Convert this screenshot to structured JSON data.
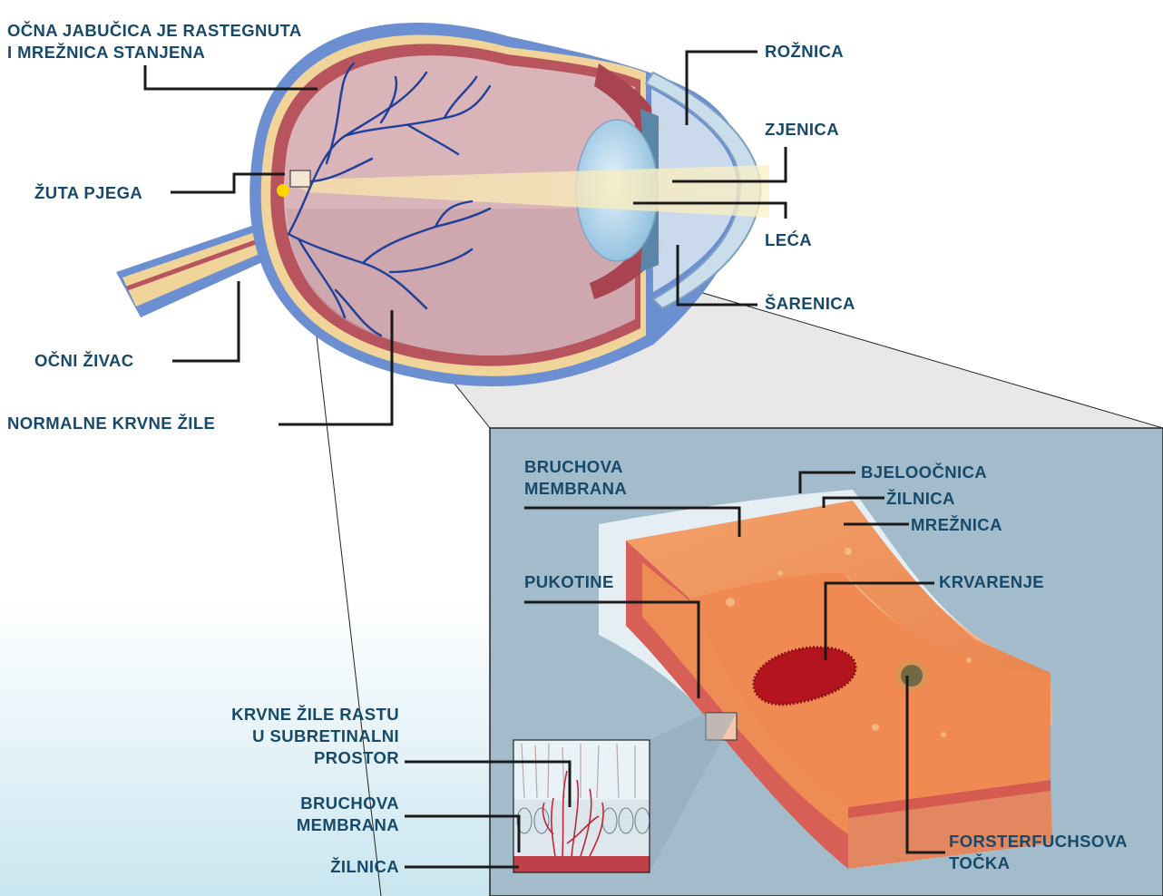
{
  "labels": {
    "stretched": [
      "OČNA JABUČICA JE RASTEGNUTA",
      "I MREŽNICA STANJENA"
    ],
    "macula": "ŽUTA PJEGA",
    "optic_nerve": "OČNI ŽIVAC",
    "normal_vessels": "NORMALNE KRVNE ŽILE",
    "cornea": "ROŽNICA",
    "pupil": "ZJENICA",
    "lens": "LEĆA",
    "iris": "ŠARENICA",
    "bruch_top": [
      "BRUCHOVA",
      "MEMBRANA"
    ],
    "sclera": "BJELOOČNICA",
    "choroid_top": "ŽILNICA",
    "retina": "MREŽNICA",
    "cracks": "PUKOTINE",
    "hemorrhage": "KRVARENJE",
    "vessels_grow": [
      "KRVNE ŽILE RASTU",
      "U SUBRETINALNI",
      "PROSTOR"
    ],
    "bruch_bottom": [
      "BRUCHOVA",
      "MEMBRANA"
    ],
    "choroid_bottom": "ŽILNICA",
    "forster": [
      "FORSTERFUCHSOVA",
      "TOČKA"
    ]
  },
  "colors": {
    "label_text": "#17496a",
    "leader_line": "#1a1a1a",
    "sclera_blue": "#6b8fd0",
    "choroid_red": "#b8545e",
    "retina_yellow": "#f1d49a",
    "vitreous": "#d9b4b8",
    "vessel": "#1e3f9a",
    "panel": "#a3bccb",
    "tissue_orange": "#ee8c56",
    "hemorrhage": "#b3141e"
  }
}
